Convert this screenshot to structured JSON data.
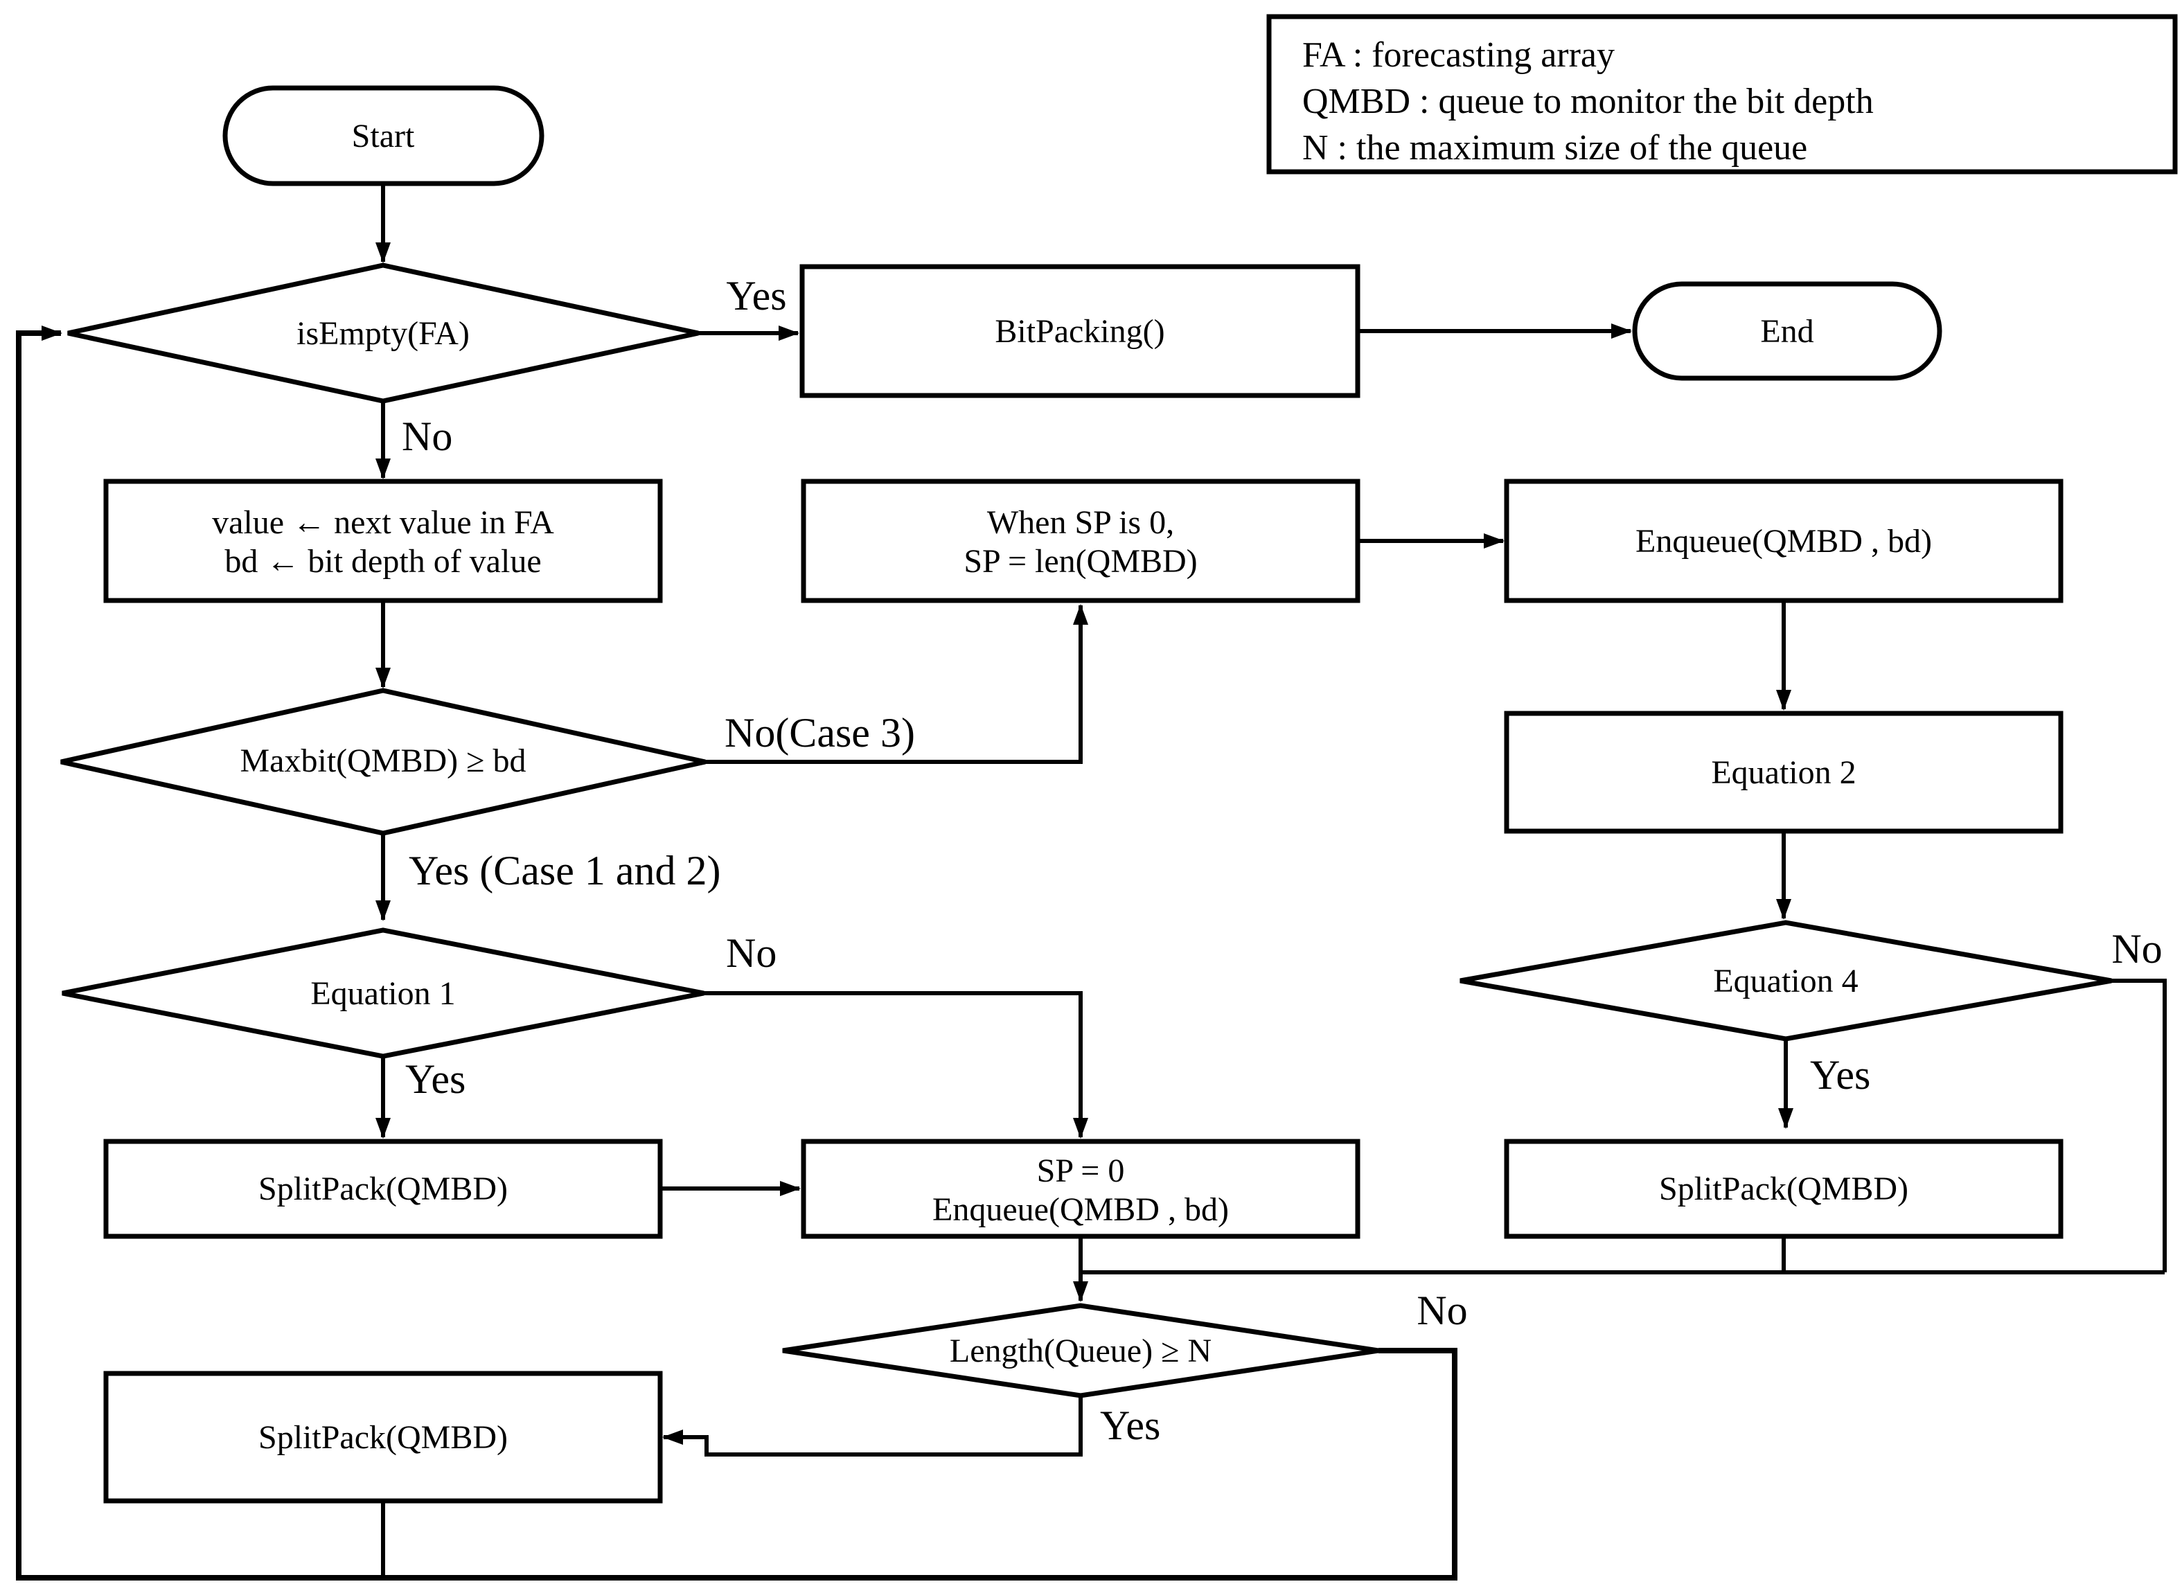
{
  "colors": {
    "ink": "#000000",
    "background": "#ffffff"
  },
  "diagram": {
    "legend": {
      "line1": "FA : forecasting array",
      "line2": "QMBD : queue to monitor the bit depth",
      "line3": "N : the maximum size of the queue"
    },
    "nodes": {
      "start": {
        "label": "Start"
      },
      "is_empty": {
        "label": "isEmpty(FA)"
      },
      "bitpacking": {
        "label": "BitPacking()"
      },
      "end": {
        "label": "End"
      },
      "read_value": {
        "line1": "value ← next value in FA",
        "line2": "bd ← bit depth of value"
      },
      "when_sp": {
        "line1": "When SP is 0,",
        "line2": "SP = len(QMBD)"
      },
      "enqueue": {
        "label": "Enqueue(QMBD , bd)"
      },
      "maxbit": {
        "label": "Maxbit(QMBD) ≥ bd"
      },
      "equation2": {
        "label": "Equation 2"
      },
      "equation1": {
        "label": "Equation 1"
      },
      "equation4": {
        "label": "Equation 4"
      },
      "splitpack_left": {
        "label": "SplitPack(QMBD)"
      },
      "sp_zero": {
        "line1": "SP = 0",
        "line2": "Enqueue(QMBD , bd)"
      },
      "splitpack_right": {
        "label": "SplitPack(QMBD)"
      },
      "length_check": {
        "label": "Length(Queue) ≥ N"
      },
      "splitpack_bottom": {
        "label": "SplitPack(QMBD)"
      }
    },
    "edge_labels": {
      "isempty_yes": "Yes",
      "isempty_no": "No",
      "maxbit_no": "No(Case 3)",
      "maxbit_yes": "Yes (Case 1 and 2)",
      "eq1_no": "No",
      "eq1_yes": "Yes",
      "eq4_no": "No",
      "eq4_yes": "Yes",
      "length_no": "No",
      "length_yes": "Yes"
    }
  }
}
